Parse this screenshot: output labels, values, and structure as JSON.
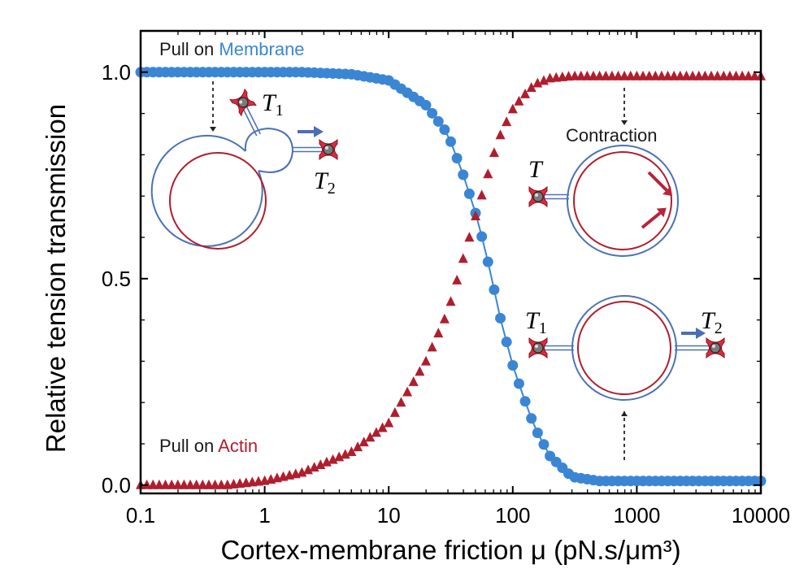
{
  "chart_data": {
    "type": "scatter",
    "xlabel": "Cortex-membrane friction μ (pN.s/μm³)",
    "ylabel": "Relative tension transmission",
    "xscale": "log",
    "xlim": [
      0.1,
      10000
    ],
    "ylim": [
      -0.02,
      1.1
    ],
    "x_ticks": [
      0.1,
      1,
      10,
      100,
      1000,
      10000
    ],
    "x_tick_labels": [
      "0.1",
      "1",
      "10",
      "100",
      "1000",
      "10000"
    ],
    "y_ticks": [
      0.0,
      0.5,
      1.0
    ],
    "y_tick_labels": [
      "0.0",
      "0.5",
      "1.0"
    ],
    "grid": false,
    "series": [
      {
        "name": "Membrane",
        "marker": "circle",
        "color": "#3a86d4",
        "line": true,
        "x": [
          0.1,
          0.5,
          1,
          2,
          5,
          10,
          20,
          30,
          40,
          50,
          60,
          70,
          80,
          100,
          120,
          150,
          200,
          300,
          500,
          1000,
          10000
        ],
        "y": [
          1.0,
          1.0,
          1.0,
          1.0,
          0.995,
          0.98,
          0.92,
          0.85,
          0.75,
          0.66,
          0.57,
          0.48,
          0.4,
          0.29,
          0.22,
          0.14,
          0.07,
          0.02,
          0.01,
          0.01,
          0.01
        ]
      },
      {
        "name": "Actin",
        "marker": "triangle",
        "color": "#b01e2e",
        "line": false,
        "x": [
          0.1,
          0.5,
          1,
          2,
          5,
          10,
          20,
          30,
          40,
          50,
          60,
          70,
          80,
          100,
          120,
          150,
          200,
          300,
          500,
          1000,
          10000
        ],
        "y": [
          0.0,
          0.0,
          0.01,
          0.03,
          0.08,
          0.15,
          0.3,
          0.42,
          0.55,
          0.65,
          0.73,
          0.8,
          0.85,
          0.91,
          0.94,
          0.97,
          0.985,
          0.99,
          0.99,
          0.99,
          0.99
        ]
      }
    ],
    "annotations": {
      "pull_membrane_prefix": "Pull on ",
      "pull_membrane_word": "Membrane",
      "pull_actin_prefix": "Pull on ",
      "pull_actin_word": "Actin",
      "contraction": "Contraction",
      "T": "T",
      "sub1": "1",
      "sub2": "2"
    }
  },
  "colors": {
    "membrane_blue": "#3a86d4",
    "actin_red": "#b01e2e",
    "cell_outline_blue": "#4a72b8",
    "arrow_blue": "#4a6fb5",
    "arrow_red": "#b8243a"
  }
}
